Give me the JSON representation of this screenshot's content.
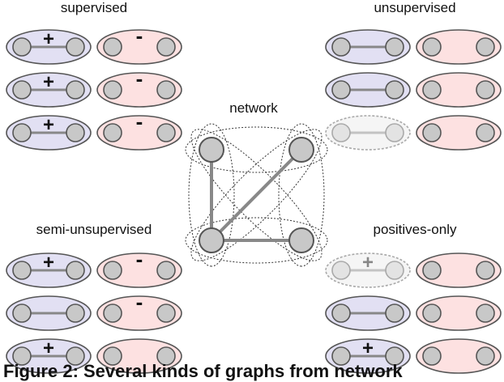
{
  "colors": {
    "positive_fill": "#e2e0f3",
    "negative_fill": "#fde1e1",
    "faded_fill": "#ececec",
    "node_fill": "#c8c8c8",
    "edge": "#888888",
    "outline": "#555555"
  },
  "labels": {
    "supervised": "supervised",
    "unsupervised": "unsupervised",
    "network": "network",
    "semi_unsupervised": "semi-unsupervised",
    "positives_only": "positives-only",
    "caption": "Figure 2: Several kinds of graphs from network"
  },
  "panels": {
    "supervised": {
      "rows": [
        {
          "left": "positive",
          "left_sign": "+",
          "right": "negative",
          "right_sign": "-"
        },
        {
          "left": "positive",
          "left_sign": "+",
          "right": "negative",
          "right_sign": "-"
        },
        {
          "left": "positive",
          "left_sign": "+",
          "right": "negative",
          "right_sign": "-"
        }
      ]
    },
    "unsupervised": {
      "rows": [
        {
          "left": "positive",
          "left_sign": "",
          "right": "negative",
          "right_sign": ""
        },
        {
          "left": "positive",
          "left_sign": "",
          "right": "negative",
          "right_sign": ""
        },
        {
          "left": "faded",
          "left_sign": "",
          "right": "negative",
          "right_sign": ""
        }
      ]
    },
    "semi_unsupervised": {
      "rows": [
        {
          "left": "positive",
          "left_sign": "+",
          "right": "negative",
          "right_sign": "-"
        },
        {
          "left": "positive",
          "left_sign": "",
          "right": "negative",
          "right_sign": "-"
        },
        {
          "left": "positive",
          "left_sign": "+",
          "right": "negative",
          "right_sign": ""
        }
      ]
    },
    "positives_only": {
      "rows": [
        {
          "left": "faded",
          "left_sign": "+",
          "right": "negative",
          "right_sign": ""
        },
        {
          "left": "positive",
          "left_sign": "",
          "right": "negative",
          "right_sign": ""
        },
        {
          "left": "positive",
          "left_sign": "+",
          "right": "negative",
          "right_sign": ""
        }
      ]
    }
  }
}
